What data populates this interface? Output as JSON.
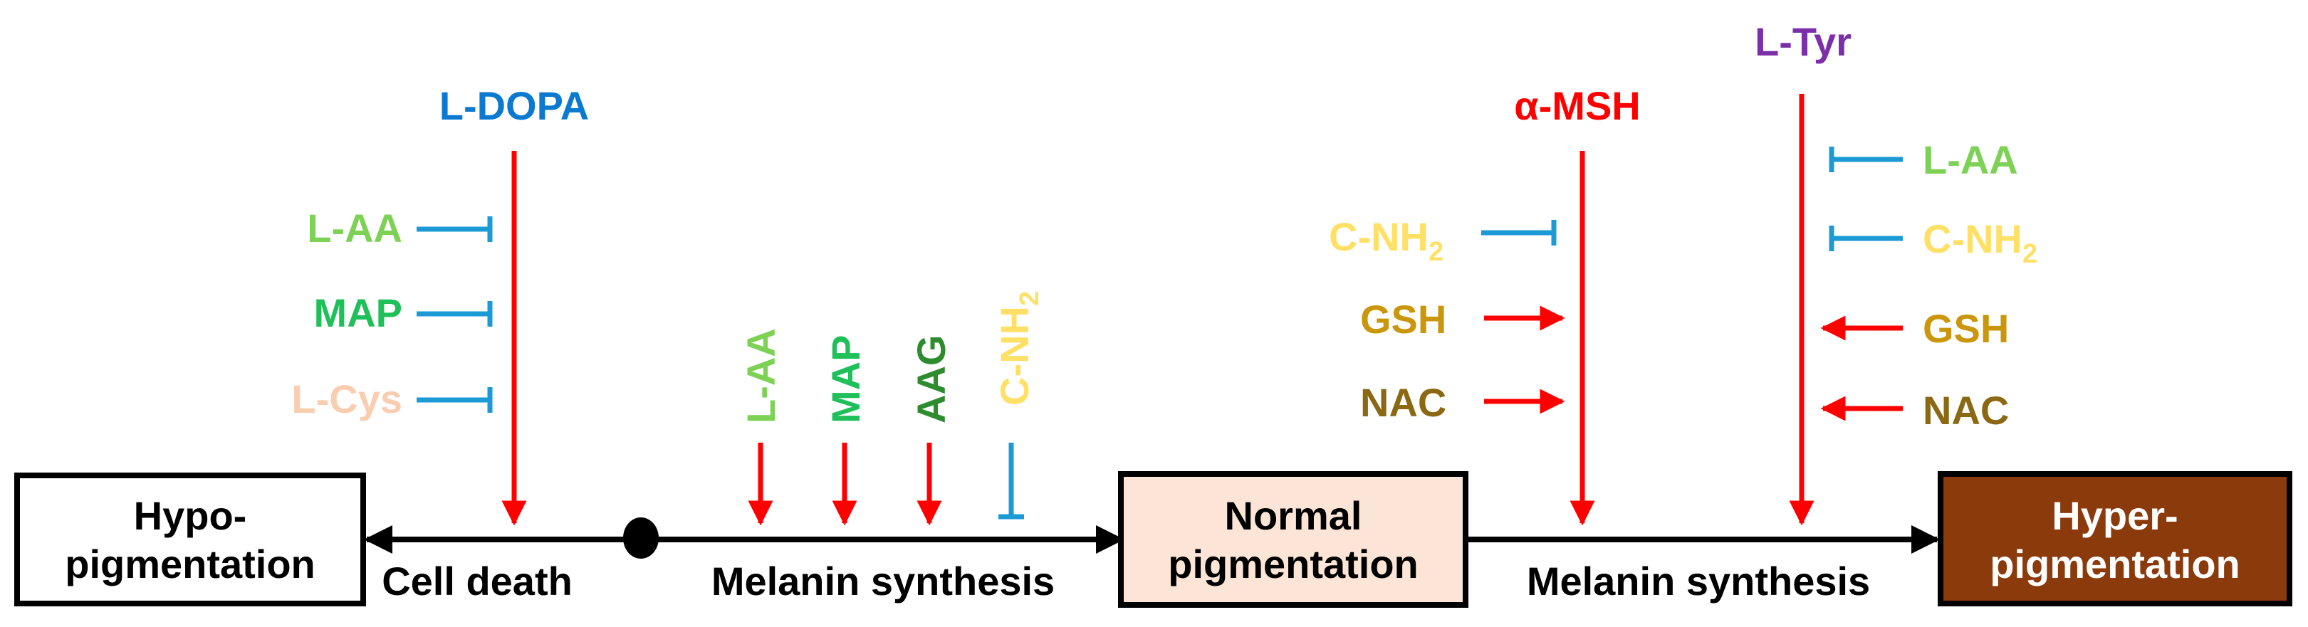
{
  "boxes": {
    "hypo_line1": "Hypo-",
    "hypo_line2": "pigmentation",
    "normal_line1": "Normal",
    "normal_line2": "pigmentation",
    "hyper_line1": "Hyper-",
    "hyper_line2": "pigmentation"
  },
  "axis_labels": {
    "cell_death": "Cell death",
    "melanin_synthesis_left": "Melanin synthesis",
    "melanin_synthesis_right": "Melanin synthesis"
  },
  "stimuli": {
    "l_dopa": "L-DOPA",
    "alpha_msh": "α-MSH",
    "l_tyr": "L-Tyr"
  },
  "left_group": [
    {
      "label": "L-AA",
      "effect": "inhibit"
    },
    {
      "label": "MAP",
      "effect": "inhibit"
    },
    {
      "label": "L-Cys",
      "effect": "inhibit"
    }
  ],
  "middle_group": [
    {
      "label": "L-AA",
      "effect": "promote"
    },
    {
      "label": "MAP",
      "effect": "promote"
    },
    {
      "label": "AAG",
      "effect": "promote"
    },
    {
      "label": "C-NH",
      "subscript": "2",
      "effect": "inhibit"
    }
  ],
  "msh_group": [
    {
      "label": "C-NH",
      "subscript": "2",
      "effect": "inhibit"
    },
    {
      "label": "GSH",
      "effect": "promote"
    },
    {
      "label": "NAC",
      "effect": "promote"
    }
  ],
  "tyr_group": [
    {
      "label": "L-AA",
      "effect": "inhibit"
    },
    {
      "label": "C-NH",
      "subscript": "2",
      "effect": "inhibit"
    },
    {
      "label": "GSH",
      "effect": "promote"
    },
    {
      "label": "NAC",
      "effect": "promote"
    }
  ],
  "colors": {
    "l_aa": "#7DD155",
    "map": "#1FBF5A",
    "l_cys": "#F9CDB0",
    "aag": "#2E8B2E",
    "c_nh2": "#FFE066",
    "gsh": "#C9960C",
    "nac": "#8B6914",
    "l_dopa": "#0B79D0",
    "alpha_msh": "#FF0000",
    "l_tyr": "#7B2FA8",
    "inhibit": "#1B9AD6",
    "promote": "#FF0000",
    "normal_box_fill": "#FCE4D6",
    "hyper_box_fill": "#8B3A0B"
  }
}
